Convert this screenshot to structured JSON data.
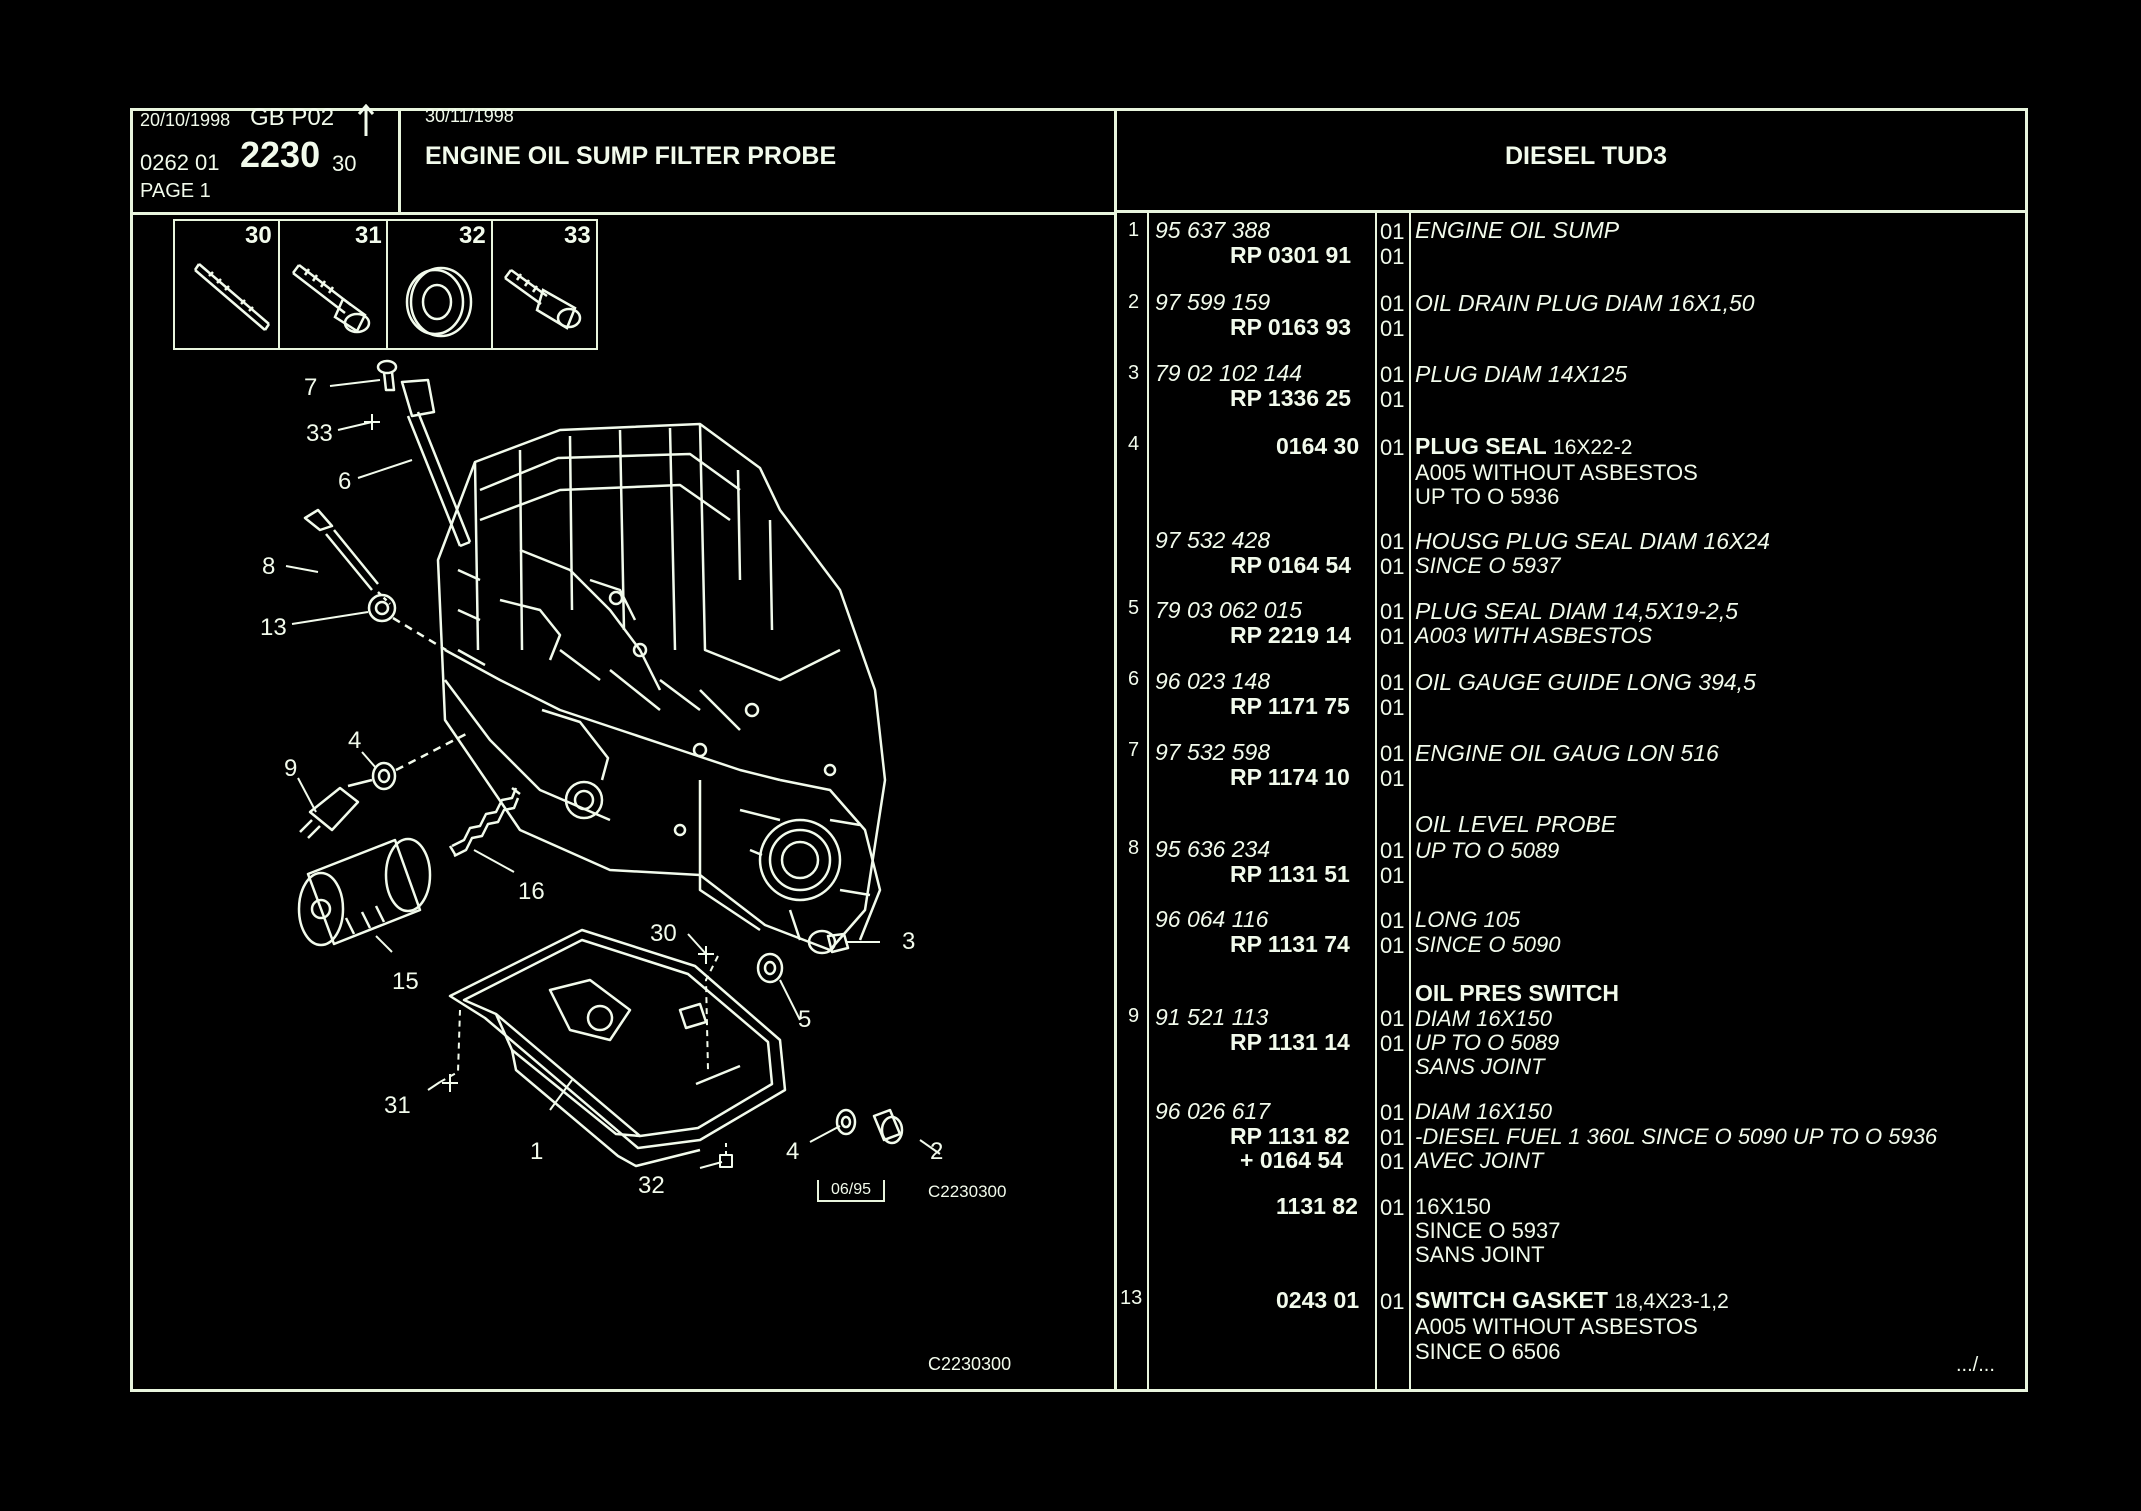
{
  "header": {
    "date_left": "20/10/1998",
    "region_page": "GB  P02",
    "code_a": "0262  01",
    "code_b": "2230",
    "code_c": "30",
    "page": "PAGE  1",
    "date_right": "30/11/1998",
    "title": "ENGINE OIL SUMP FILTER PROBE",
    "model": "DIESEL TUD3"
  },
  "diagram": {
    "thumbnails": [
      "30",
      "31",
      "32",
      "33"
    ],
    "callouts": [
      "7",
      "33",
      "6",
      "8",
      "13",
      "9",
      "4",
      "16",
      "15",
      "30",
      "3",
      "5",
      "31",
      "1",
      "4",
      "2",
      "32"
    ],
    "date_box": "06/95",
    "ref_top": "C2230300",
    "ref_bottom": "C2230300"
  },
  "parts": [
    {
      "num": "1",
      "ref": "95 637 388",
      "rp": "RP  0301  91",
      "q1": "01",
      "q2": "01",
      "desc": "ENGINE OIL SUMP"
    },
    {
      "num": "2",
      "ref": "97 599 159",
      "rp": "RP  0163  93",
      "q1": "01",
      "q2": "01",
      "desc": "OIL DRAIN PLUG DIAM 16X1,50"
    },
    {
      "num": "3",
      "ref": "79 02 102 144",
      "rp": "RP  1336  25",
      "q1": "01",
      "q2": "01",
      "desc": "PLUG DIAM 14X125"
    },
    {
      "num": "4",
      "ref": "",
      "rp": "0164  30",
      "q1": "01",
      "desc_bold": "PLUG SEAL",
      "desc_rest": "16X22-2",
      "extra1": "A005 WITHOUT ASBESTOS",
      "extra2": "UP TO  O  5936"
    },
    {
      "num": "",
      "ref": "97 532 428",
      "rp": "RP  0164  54",
      "q1": "01",
      "q2": "01",
      "desc": "HOUSG PLUG SEAL DIAM 16X24",
      "desc2": "SINCE  O  5937"
    },
    {
      "num": "5",
      "ref": "79 03 062 015",
      "rp": "RP  2219  14",
      "q1": "01",
      "q2": "01",
      "desc": "PLUG SEAL DIAM 14,5X19-2,5",
      "desc2": "A003 WITH ASBESTOS"
    },
    {
      "num": "6",
      "ref": "96 023 148",
      "rp": "RP  1171  75",
      "q1": "01",
      "q2": "01",
      "desc": "OIL GAUGE GUIDE LONG 394,5"
    },
    {
      "num": "7",
      "ref": "97 532 598",
      "rp": "RP  1174  10",
      "q1": "01",
      "q2": "01",
      "desc": "ENGINE OIL GAUG LON 516"
    },
    {
      "num": "8",
      "head": "OIL LEVEL PROBE",
      "ref": "95 636 234",
      "rp": "RP  1131  51",
      "q1": "01",
      "q2": "01",
      "desc": "UP  TO  O  5089"
    },
    {
      "num": "",
      "ref": "96 064 116",
      "rp": "RP  1131  74",
      "q1": "01",
      "q2": "01",
      "desc": "LONG 105",
      "desc2": "SINCE  O  5090"
    },
    {
      "num": "9",
      "head": "OIL PRES SWITCH",
      "ref": "91 521 113",
      "rp": "RP  1131  14",
      "q1": "01",
      "q2": "01",
      "desc": "DIAM 16X150",
      "desc2": "UP  TO  O  5089",
      "desc3": "SANS JOINT"
    },
    {
      "num": "",
      "ref": "96 026 617",
      "rp": "RP  1131  82",
      "rp2": "+  0164  54",
      "q1": "01",
      "q2": "01",
      "q3": "01",
      "desc": "DIAM 16X150",
      "desc2": "-DIESEL FUEL 1 360L SINCE  O  5090 UP  TO  O  5936",
      "desc3": "AVEC JOINT"
    },
    {
      "num": "",
      "ref": "",
      "rp": "1131  82",
      "q1": "01",
      "desc": "16X150",
      "desc2": "SINCE  O  5937",
      "desc3": "SANS JOINT"
    },
    {
      "num": "13",
      "ref": "",
      "rp": "0243  01",
      "q1": "01",
      "desc_bold": "SWITCH GASKET",
      "desc_rest": "18,4X23-1,2",
      "extra1": "A005 WITHOUT ASBESTOS",
      "extra2": "SINCE  O  6506"
    }
  ],
  "footer": {
    "continued": ".../..."
  }
}
